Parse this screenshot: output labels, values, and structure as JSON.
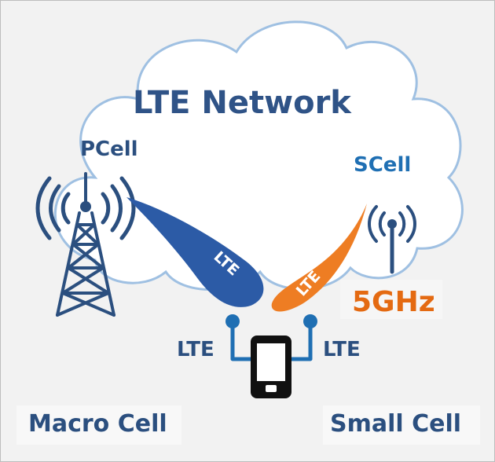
{
  "diagram": {
    "title": "LTE Network",
    "pcell_label": "PCell",
    "scell_label": "SCell",
    "beam_left_label": "LTE",
    "beam_right_label": "LTE",
    "frequency_label": "5GHz",
    "device_left_link_label": "LTE",
    "device_right_link_label": "LTE",
    "macro_cell_label": "Macro Cell",
    "small_cell_label": "Small Cell"
  },
  "colors": {
    "cloud_fill": "#ffffff",
    "cloud_outline": "#9fc0e2",
    "title_text": "#2f5387",
    "dark_navy": "#2b4f7f",
    "pcell_beam": "#2c5ba6",
    "scell_beam": "#ee7d23",
    "scell_text": "#1f6fb3",
    "frequency_text": "#e46a12",
    "background": "#f2f2f2"
  },
  "icons": {
    "macro_tower": "cell-tower-icon",
    "small_cell_antenna": "antenna-icon",
    "device": "smartphone-icon"
  }
}
